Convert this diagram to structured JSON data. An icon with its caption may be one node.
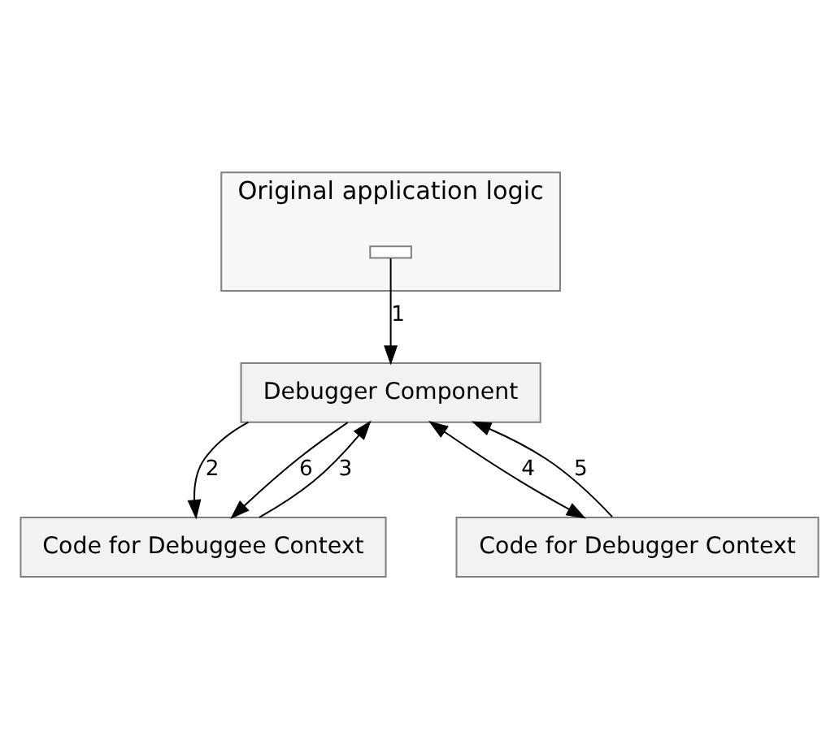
{
  "diagram": {
    "nodes": [
      {
        "text": [
          "Original application logic"
        ]
      },
      {
        "text": [],
        "shape": "box",
        "in": 0
      },
      {
        "text": [
          "Debugger Component"
        ]
      },
      {
        "text": [
          "Code for Debuggee Context"
        ]
      },
      {
        "text": [
          "Code for Debugger Context"
        ]
      }
    ],
    "edges": [
      {
        "from": 1,
        "to": 2,
        "arrow": "to",
        "label": "1"
      },
      {
        "from": 2,
        "to": 3,
        "arrow": "to",
        "label": "2"
      },
      {
        "from": 3,
        "to": 2,
        "arrow": "to",
        "label": "3"
      },
      {
        "from": 2,
        "to": 3,
        "arrow": "to",
        "label": "6"
      },
      {
        "from": 2,
        "to": 4,
        "arrow": "both",
        "label": "4"
      },
      {
        "from": 4,
        "to": 2,
        "arrow": "to",
        "label": "5"
      }
    ]
  }
}
